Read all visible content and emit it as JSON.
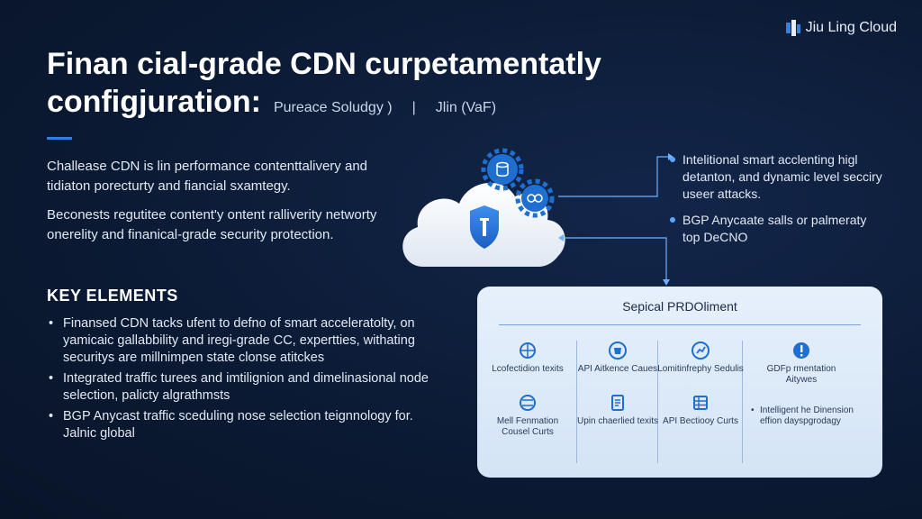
{
  "brand": {
    "name": "Jiu Ling Cloud"
  },
  "header": {
    "title_line1": "Finan cial-grade CDN curpetamentatly",
    "title_line2": "configjuration:",
    "subtitle_left": "Pureace Soludgy )",
    "separator": "|",
    "subtitle_right": "Jlin (VaF)"
  },
  "intro": {
    "paragraph1": "Challease CDN is lin performance contenttalivery and tidiaton porecturty and fiancial sxamtegy.",
    "paragraph2": "Beconests regutitee content'y ontent ralliverity networty onerelity and finanical-grade security protection."
  },
  "key_elements": {
    "title": "KEY ELEMENTS",
    "items": [
      "Finansed CDN tacks ufent to defno of smart acceleratolty, on yamicaic gallabbility and iregi-grade CC, expertties, withating securitys are millnimpen state clonse atitckes",
      "Integrated traffic turees and imtilignion and dimelinasional node selection, palicty algrathmsts",
      "BGP Anycast traffic sceduling nose selection teignnology for. Jalnic global"
    ]
  },
  "right_notes": [
    "Intelitional smart acclenting higl detanton, and dynamic level secciry useer attacks.",
    "BGP Anycaate salls or palmeraty top DeCNO"
  ],
  "panel": {
    "title": "Sepical PRDOliment",
    "cells": [
      {
        "label": "Lcofectidion texits",
        "icon": "globe-network-icon"
      },
      {
        "label": "API Aitkence Caues",
        "icon": "api-shield-icon"
      },
      {
        "label": "Lomitinfrephy Sedulis",
        "icon": "gear-chart-icon"
      },
      {
        "label": "GDFp rmentation Aitywes",
        "icon": "alert-badge-icon"
      },
      {
        "label": "Mell Fenmation Cousel Curts",
        "icon": "server-globe-icon"
      },
      {
        "label": "Upin chaerlied texits",
        "icon": "document-icon"
      },
      {
        "label": "API Bectiooy Curts",
        "icon": "grid-table-icon"
      }
    ],
    "note": "Intelligent he Dinension effion dayspgrodagy"
  },
  "colors": {
    "accent": "#2f7fe0",
    "background": "#0b1a33",
    "panel": "#dbe8f7",
    "icon": "#1f6fd1"
  }
}
